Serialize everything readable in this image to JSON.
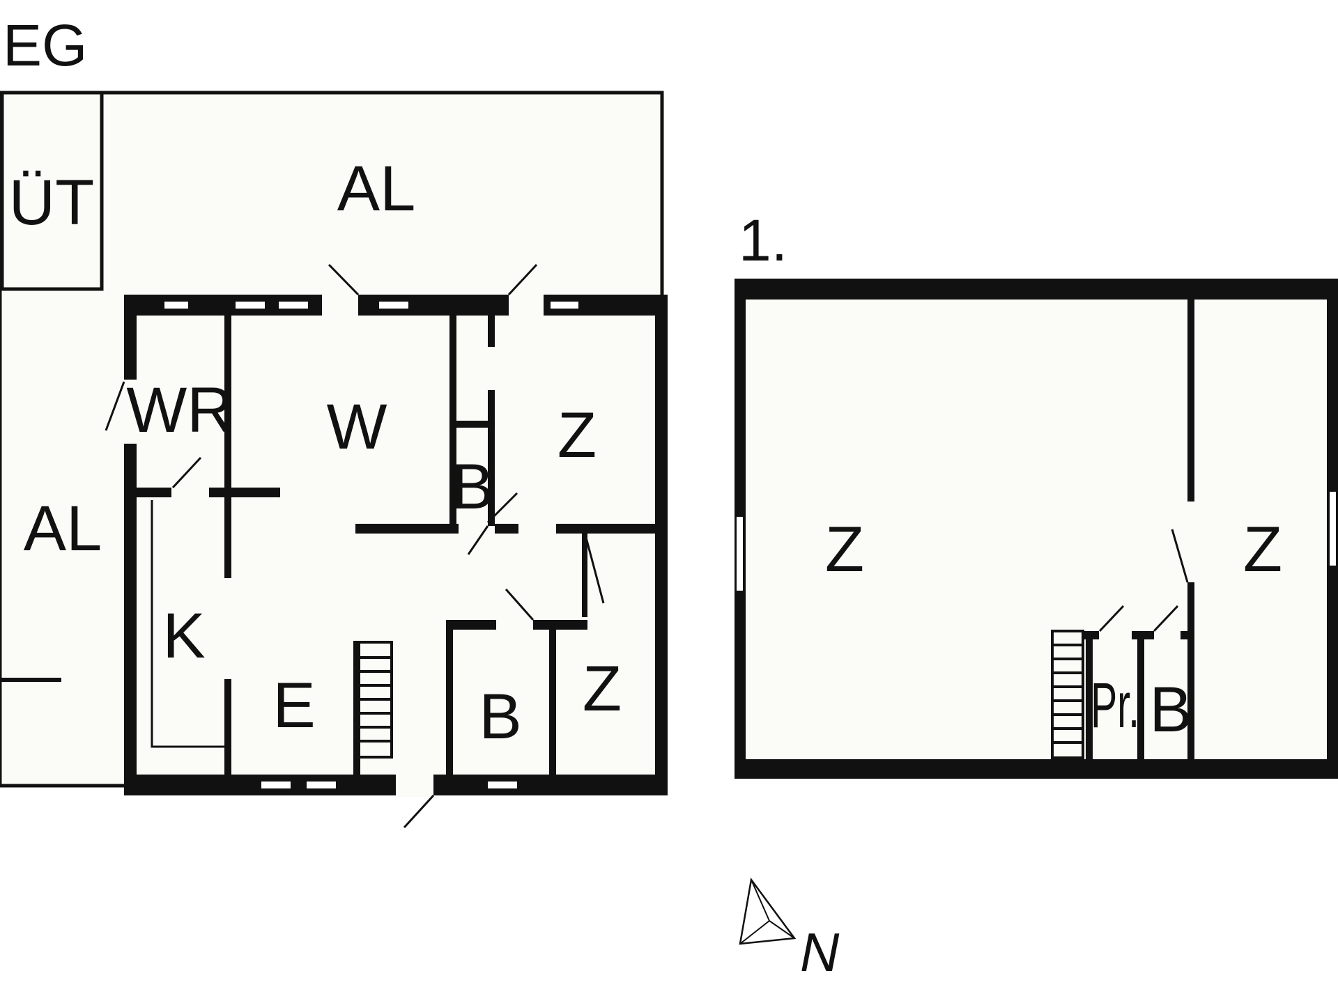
{
  "colors": {
    "background": "#ffffff",
    "floor_fill": "#fbfbf7",
    "wall": "#111111",
    "window": "#ffffff"
  },
  "plan": {
    "ground_floor": {
      "label": "EG",
      "rooms": {
        "ut": "ÜT",
        "al_top": "AL",
        "al_left": "AL",
        "wr": "WR",
        "w": "W",
        "z_top": "Z",
        "b_small": "B",
        "k": "K",
        "e": "E",
        "b_bottom": "B",
        "z_bottom": "Z"
      }
    },
    "first_floor": {
      "label": "1.",
      "rooms": {
        "z_left": "Z",
        "z_right": "Z",
        "pr": "Pr.",
        "b": "B"
      }
    },
    "compass": {
      "label": "N",
      "icon": "north-arrow-icon"
    }
  }
}
